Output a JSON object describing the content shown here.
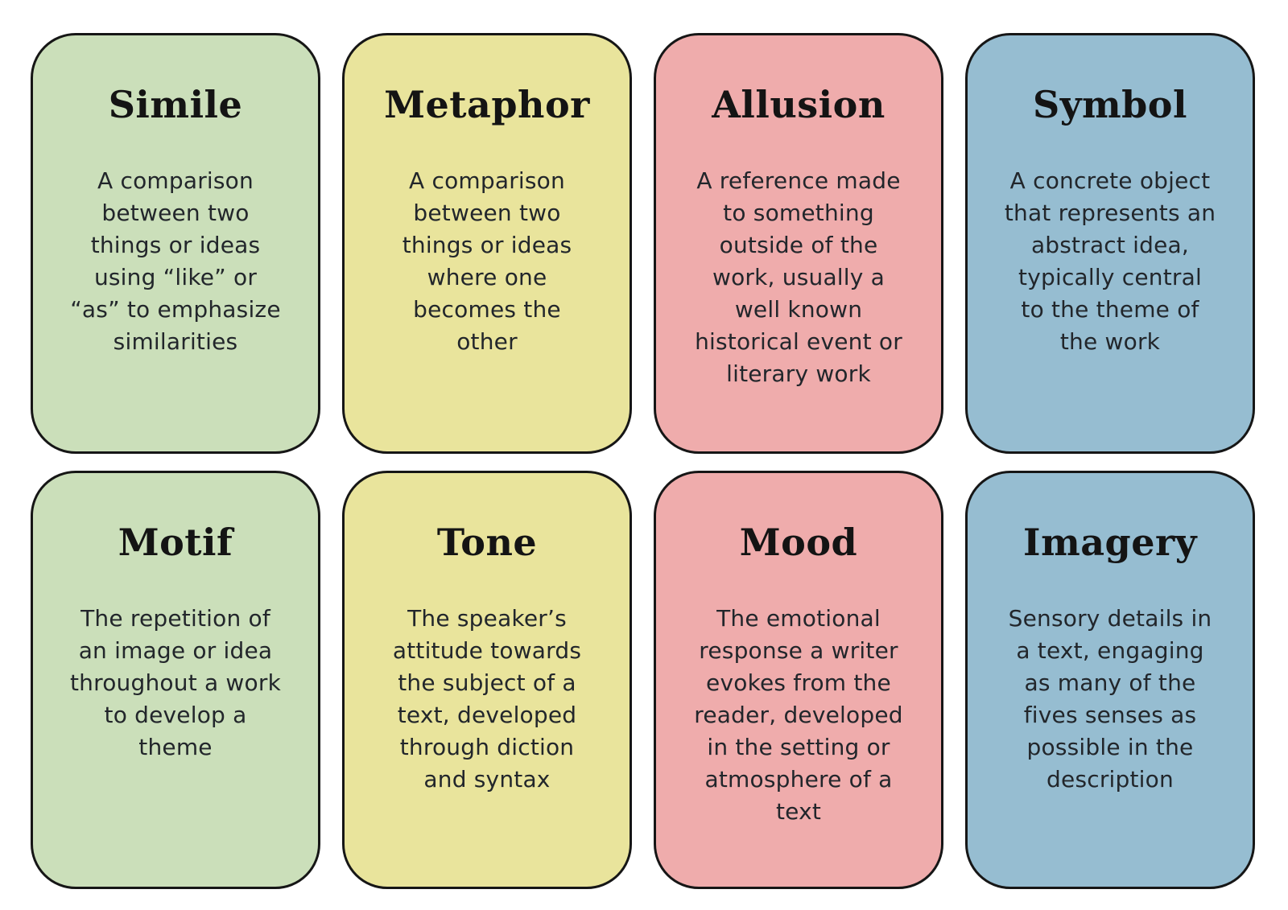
{
  "page": {
    "background": "#ffffff",
    "card_border_color": "#161616",
    "title_color": "#141414",
    "body_text_color": "#22262b",
    "palette": {
      "green": "#cbdfba",
      "yellow": "#e9e49c",
      "pink": "#efacac",
      "blue": "#96bdd1"
    }
  },
  "cards": [
    {
      "title": "Simile",
      "color": "#cbdfba",
      "definition_lines": [
        "A comparison",
        "between two",
        "things or ideas",
        "using “like” or",
        "“as” to emphasize",
        "similarities"
      ]
    },
    {
      "title": "Metaphor",
      "color": "#e9e49c",
      "definition_lines": [
        "A comparison",
        "between two",
        "things or ideas",
        "where one",
        "becomes the",
        "other"
      ]
    },
    {
      "title": "Allusion",
      "color": "#efacac",
      "definition_lines": [
        "A reference made",
        "to something",
        "outside of the",
        "work, usually a",
        "well known",
        "historical event or",
        "literary work"
      ]
    },
    {
      "title": "Symbol",
      "color": "#96bdd1",
      "definition_lines": [
        "A concrete object",
        "that represents an",
        "abstract idea,",
        "typically central",
        "to the theme of",
        "the work"
      ]
    },
    {
      "title": "Motif",
      "color": "#cbdfba",
      "definition_lines": [
        "The repetition of",
        "an image or idea",
        "throughout a work",
        "to develop a",
        "theme"
      ]
    },
    {
      "title": "Tone",
      "color": "#e9e49c",
      "definition_lines": [
        "The speaker’s",
        "attitude towards",
        "the subject of a",
        "text, developed",
        "through diction",
        "and syntax"
      ]
    },
    {
      "title": "Mood",
      "color": "#efacac",
      "definition_lines": [
        "The emotional",
        "response a writer",
        "evokes from the",
        "reader, developed",
        "in the setting or",
        "atmosphere of a",
        "text"
      ]
    },
    {
      "title": "Imagery",
      "color": "#96bdd1",
      "definition_lines": [
        "Sensory details in",
        "a text, engaging",
        "as many of the",
        "fives senses as",
        "possible in the",
        "description"
      ]
    }
  ]
}
